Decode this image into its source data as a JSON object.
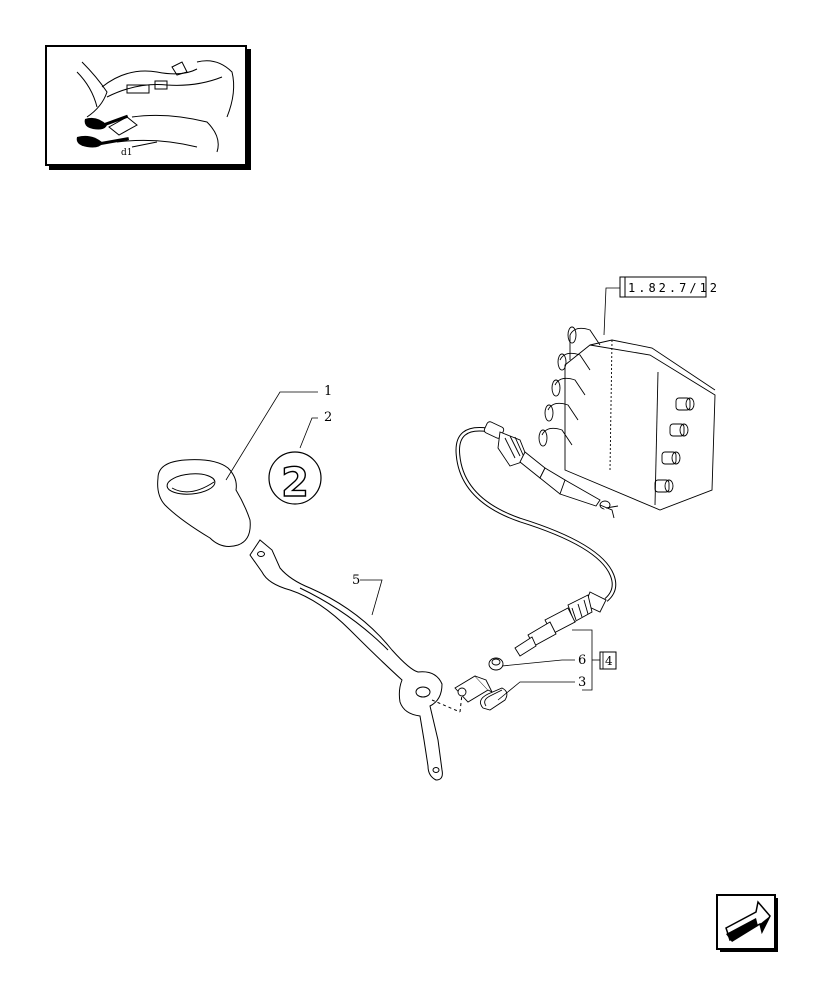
{
  "thumbnail": {
    "caption_mark": "d1"
  },
  "reference_box": {
    "text": "1.82.7/12"
  },
  "kit_box": {
    "text": "4"
  },
  "badge": {
    "text": "2"
  },
  "callouts": [
    {
      "id": "1"
    },
    {
      "id": "2"
    },
    {
      "id": "5"
    },
    {
      "id": "6"
    },
    {
      "id": "3"
    }
  ],
  "icons": {
    "nav": "arrow-return-icon"
  },
  "colors": {
    "ink": "#000000",
    "paper": "#ffffff"
  }
}
